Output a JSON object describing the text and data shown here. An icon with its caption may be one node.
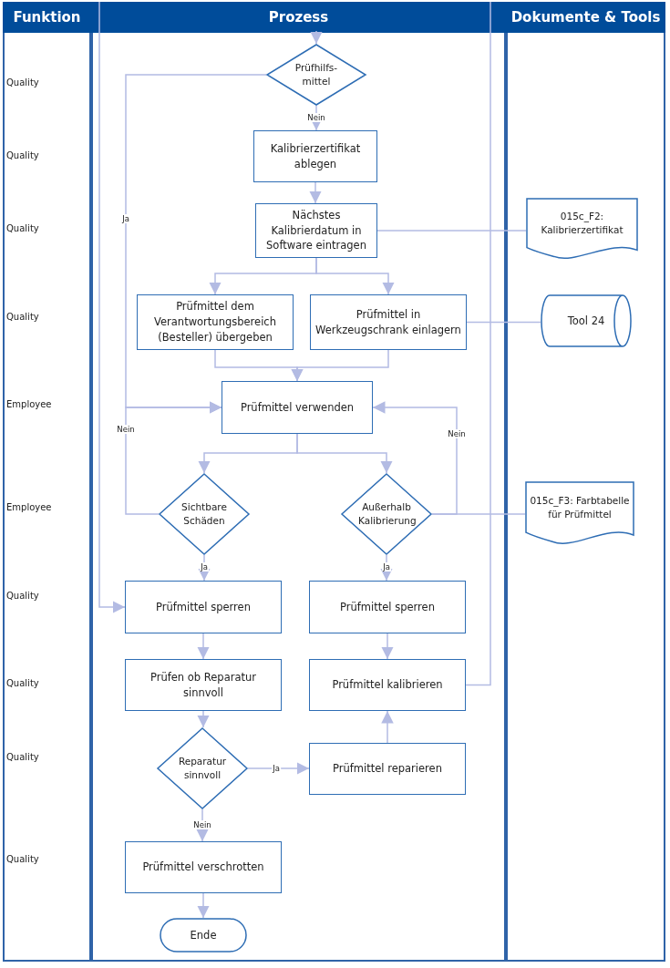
{
  "diagram": {
    "nodes": [
      {
        "text": [
          "Funktion"
        ]
      },
      {
        "text": [
          "Prozess"
        ]
      },
      {
        "text": [
          "Dokumente & Tools"
        ]
      },
      {
        "text": [
          "Prüfhilfs-mittel"
        ],
        "in": 1
      },
      {
        "text": [
          "Kalibrierzertifikat ablegen"
        ],
        "in": 1
      },
      {
        "text": [
          "Nächstes Kalibrierdatum in Software eintragen"
        ],
        "in": 1
      },
      {
        "text": [
          "015c_F2: Kalibrierzertifikat"
        ],
        "in": 2
      },
      {
        "text": [
          "Prüfmittel dem Verantwortungsbereich (Besteller) übergeben"
        ],
        "in": 1
      },
      {
        "text": [
          "Prüfmittel in Werkzeugschrank einlagern"
        ],
        "in": 1
      },
      {
        "text": [
          "Tool 24"
        ],
        "in": 2
      },
      {
        "text": [
          "Prüfmittel verwenden"
        ],
        "in": 1
      },
      {
        "text": [
          "Sichtbare Schäden"
        ],
        "in": 1
      },
      {
        "text": [
          "Außerhalb Kalibrierung"
        ],
        "in": 1
      },
      {
        "text": [
          "015c_F3: Farbtabelle für Prüfmittel"
        ],
        "in": 2
      },
      {
        "text": [
          "Prüfmittel sperren"
        ],
        "in": 1
      },
      {
        "text": [
          "Prüfmittel sperren"
        ],
        "in": 1
      },
      {
        "text": [
          "Prüfen ob Reparatur sinnvoll"
        ],
        "in": 1
      },
      {
        "text": [
          "Prüfmittel kalibrieren"
        ],
        "in": 1
      },
      {
        "text": [
          "Reparatur sinnvoll"
        ],
        "in": 1
      },
      {
        "text": [
          "Prüfmittel reparieren"
        ],
        "in": 1
      },
      {
        "text": [
          "Prüfmittel verschrotten"
        ],
        "in": 1
      },
      {
        "text": [
          "Ende"
        ],
        "in": 1
      }
    ],
    "edges": [
      {
        "from": null,
        "to": 3,
        "arrow": "to"
      },
      {
        "from": 3,
        "to": 10,
        "arrow": "to",
        "label": "Ja"
      },
      {
        "from": 3,
        "to": 4,
        "arrow": "to",
        "label": "Nein"
      },
      {
        "from": 4,
        "to": 5,
        "arrow": "to"
      },
      {
        "from": 5,
        "to": 6,
        "arrow": "none"
      },
      {
        "from": 5,
        "to": 7,
        "arrow": "to"
      },
      {
        "from": 5,
        "to": 8,
        "arrow": "to"
      },
      {
        "from": 7,
        "to": 10,
        "arrow": "to"
      },
      {
        "from": 8,
        "to": 10,
        "arrow": "to"
      },
      {
        "from": 8,
        "to": 9,
        "arrow": "none"
      },
      {
        "from": 10,
        "to": 11,
        "arrow": "to"
      },
      {
        "from": 10,
        "to": 12,
        "arrow": "to"
      },
      {
        "from": 11,
        "to": 10,
        "arrow": "to",
        "label": "Nein"
      },
      {
        "from": 12,
        "to": 10,
        "arrow": "to",
        "label": "Nein"
      },
      {
        "from": 12,
        "to": 13,
        "arrow": "none"
      },
      {
        "from": 11,
        "to": 14,
        "arrow": "to",
        "label": "Ja"
      },
      {
        "from": 12,
        "to": 15,
        "arrow": "to",
        "label": "Ja"
      },
      {
        "from": null,
        "to": 14,
        "arrow": "to"
      },
      {
        "from": 14,
        "to": 16,
        "arrow": "to"
      },
      {
        "from": 15,
        "to": 17,
        "arrow": "to"
      },
      {
        "from": 16,
        "to": 18,
        "arrow": "to"
      },
      {
        "from": 18,
        "to": 19,
        "arrow": "to",
        "label": "Ja"
      },
      {
        "from": 19,
        "to": 17,
        "arrow": "to"
      },
      {
        "from": 18,
        "to": 20,
        "arrow": "to",
        "label": "Nein"
      },
      {
        "from": 20,
        "to": 21,
        "arrow": "to"
      },
      {
        "from": 17,
        "to": null,
        "arrow": "none"
      }
    ],
    "labels": [
      "Quality",
      "Quality",
      "Quality",
      "Quality",
      "Employee",
      "Employee",
      "Quality",
      "Quality",
      "Quality",
      "Quality"
    ]
  }
}
